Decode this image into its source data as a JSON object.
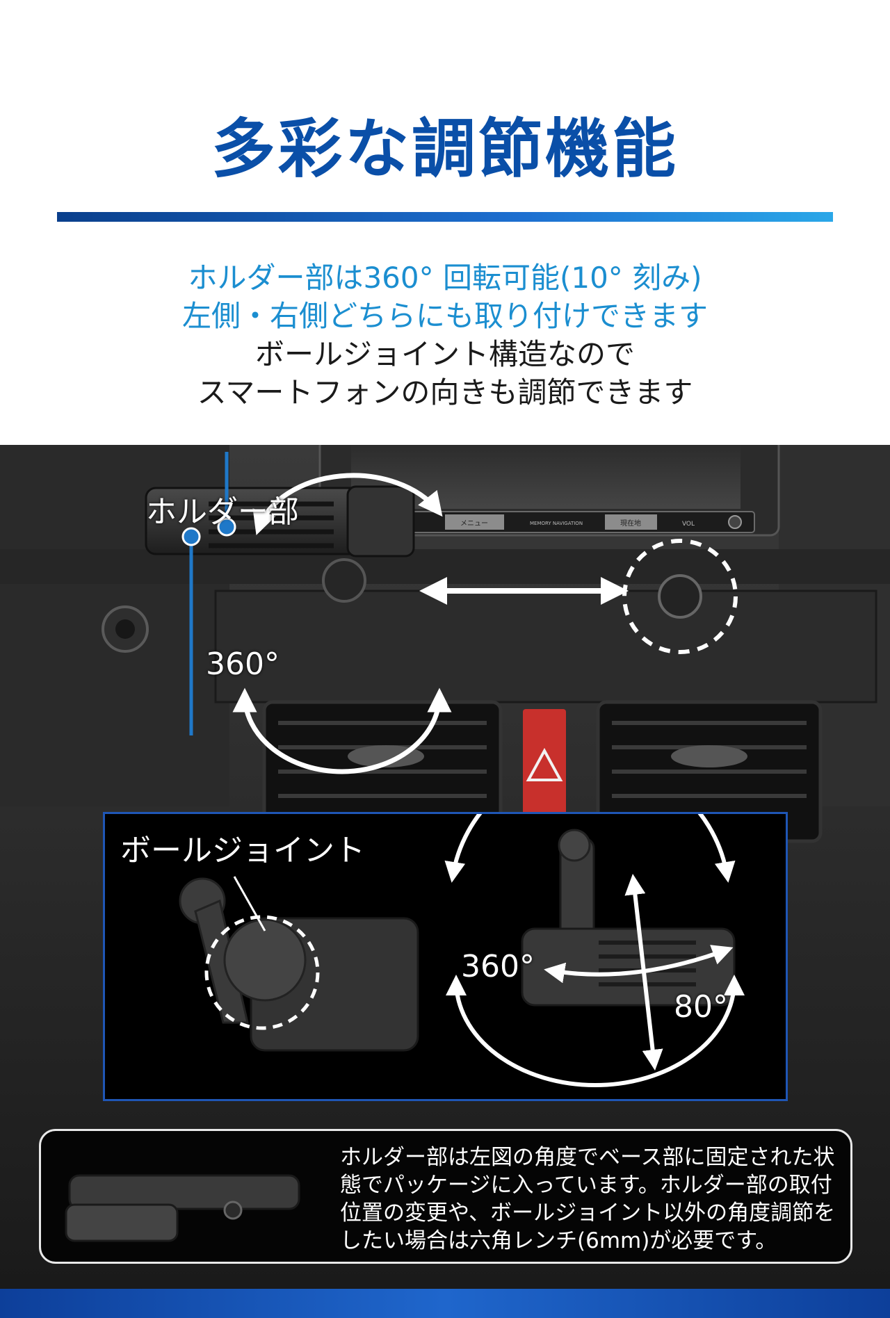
{
  "header": {
    "title": "多彩な調節機能"
  },
  "lead": {
    "line1": "ホルダー部は360° 回転可能(10° 刻み)",
    "line2": "左側・右側どちらにも取り付けできます",
    "line3": "ボールジョイント構造なので",
    "line4": "スマートフォンの向きも調節できます"
  },
  "photo": {
    "holder_label": "ホルダー部",
    "angle_main": "360°",
    "ball_joint_label": "ボールジョイント",
    "angle_inset_360": "360°",
    "angle_inset_80": "80°",
    "nav_labels": [
      "メニュー",
      "現在地",
      "VOL",
      "MEMORY NAVIGATION"
    ]
  },
  "note": {
    "text": "ホルダー部は左図の角度でベース部に固定された状態でパッケージに入っています。ホルダー部の取付位置の変更や、ボールジョイント以外の角度調節をしたい場合は六角レンチ(6mm)が必要です。"
  },
  "colors": {
    "brand_blue": "#0a4fa8",
    "accent_cyan": "#1b8ed0",
    "marker_blue": "#1f78c8",
    "hazard_red": "#c8302c"
  }
}
